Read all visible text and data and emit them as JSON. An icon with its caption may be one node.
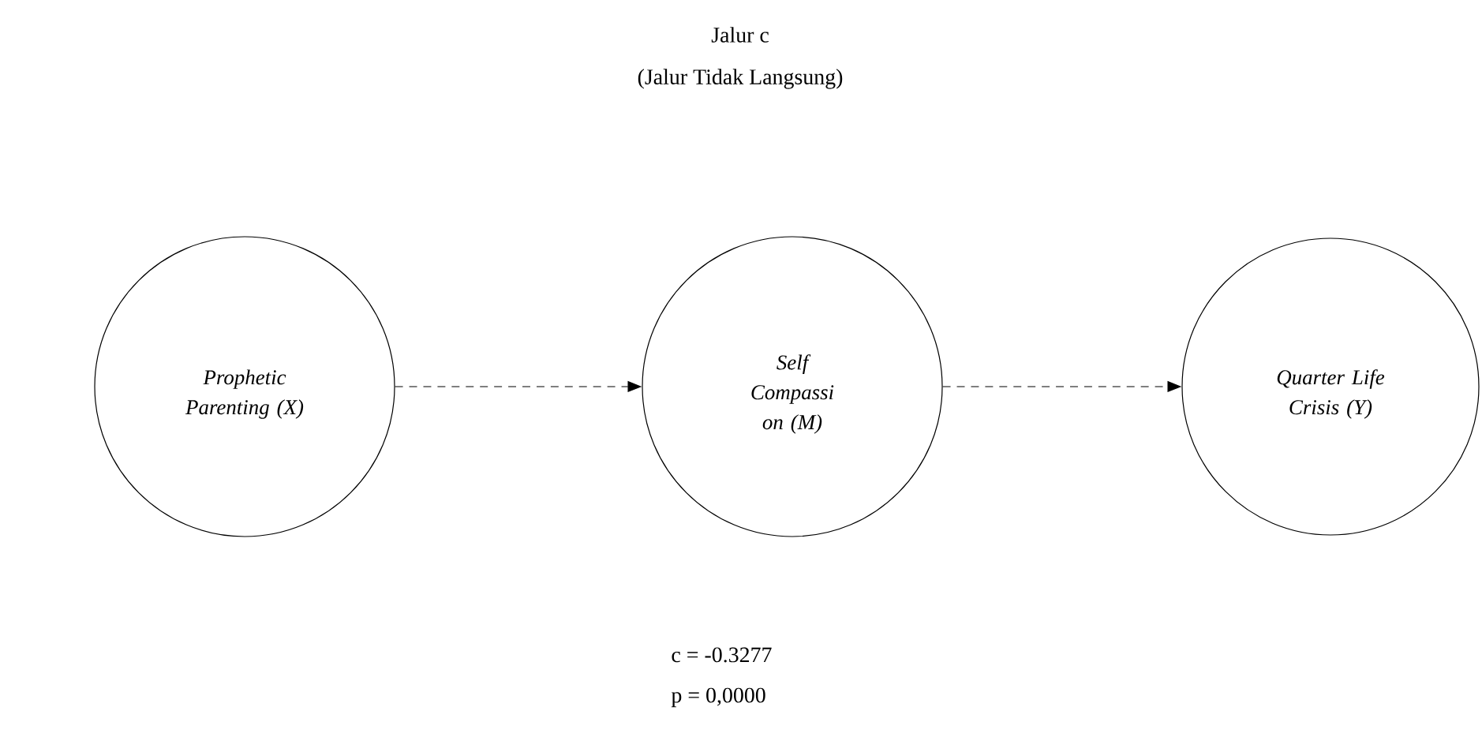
{
  "diagram": {
    "title": "Jalur c",
    "nodes": [
      {
        "text": [
          "Prophetic Parenting (X)"
        ]
      },
      {
        "text": [
          "Self Compassi on (M)"
        ]
      },
      {
        "text": [
          "Quarter Life Crisis (Y)"
        ]
      }
    ],
    "edges": [
      {
        "from": 0,
        "to": 1,
        "arrow": "to",
        "style": "dashed"
      },
      {
        "from": 1,
        "to": 2,
        "arrow": "to",
        "style": "dashed"
      }
    ],
    "labels": [
      "(Jalur Tidak Langsung)",
      "c  = -0.3277",
      "p  = 0,0000"
    ]
  }
}
